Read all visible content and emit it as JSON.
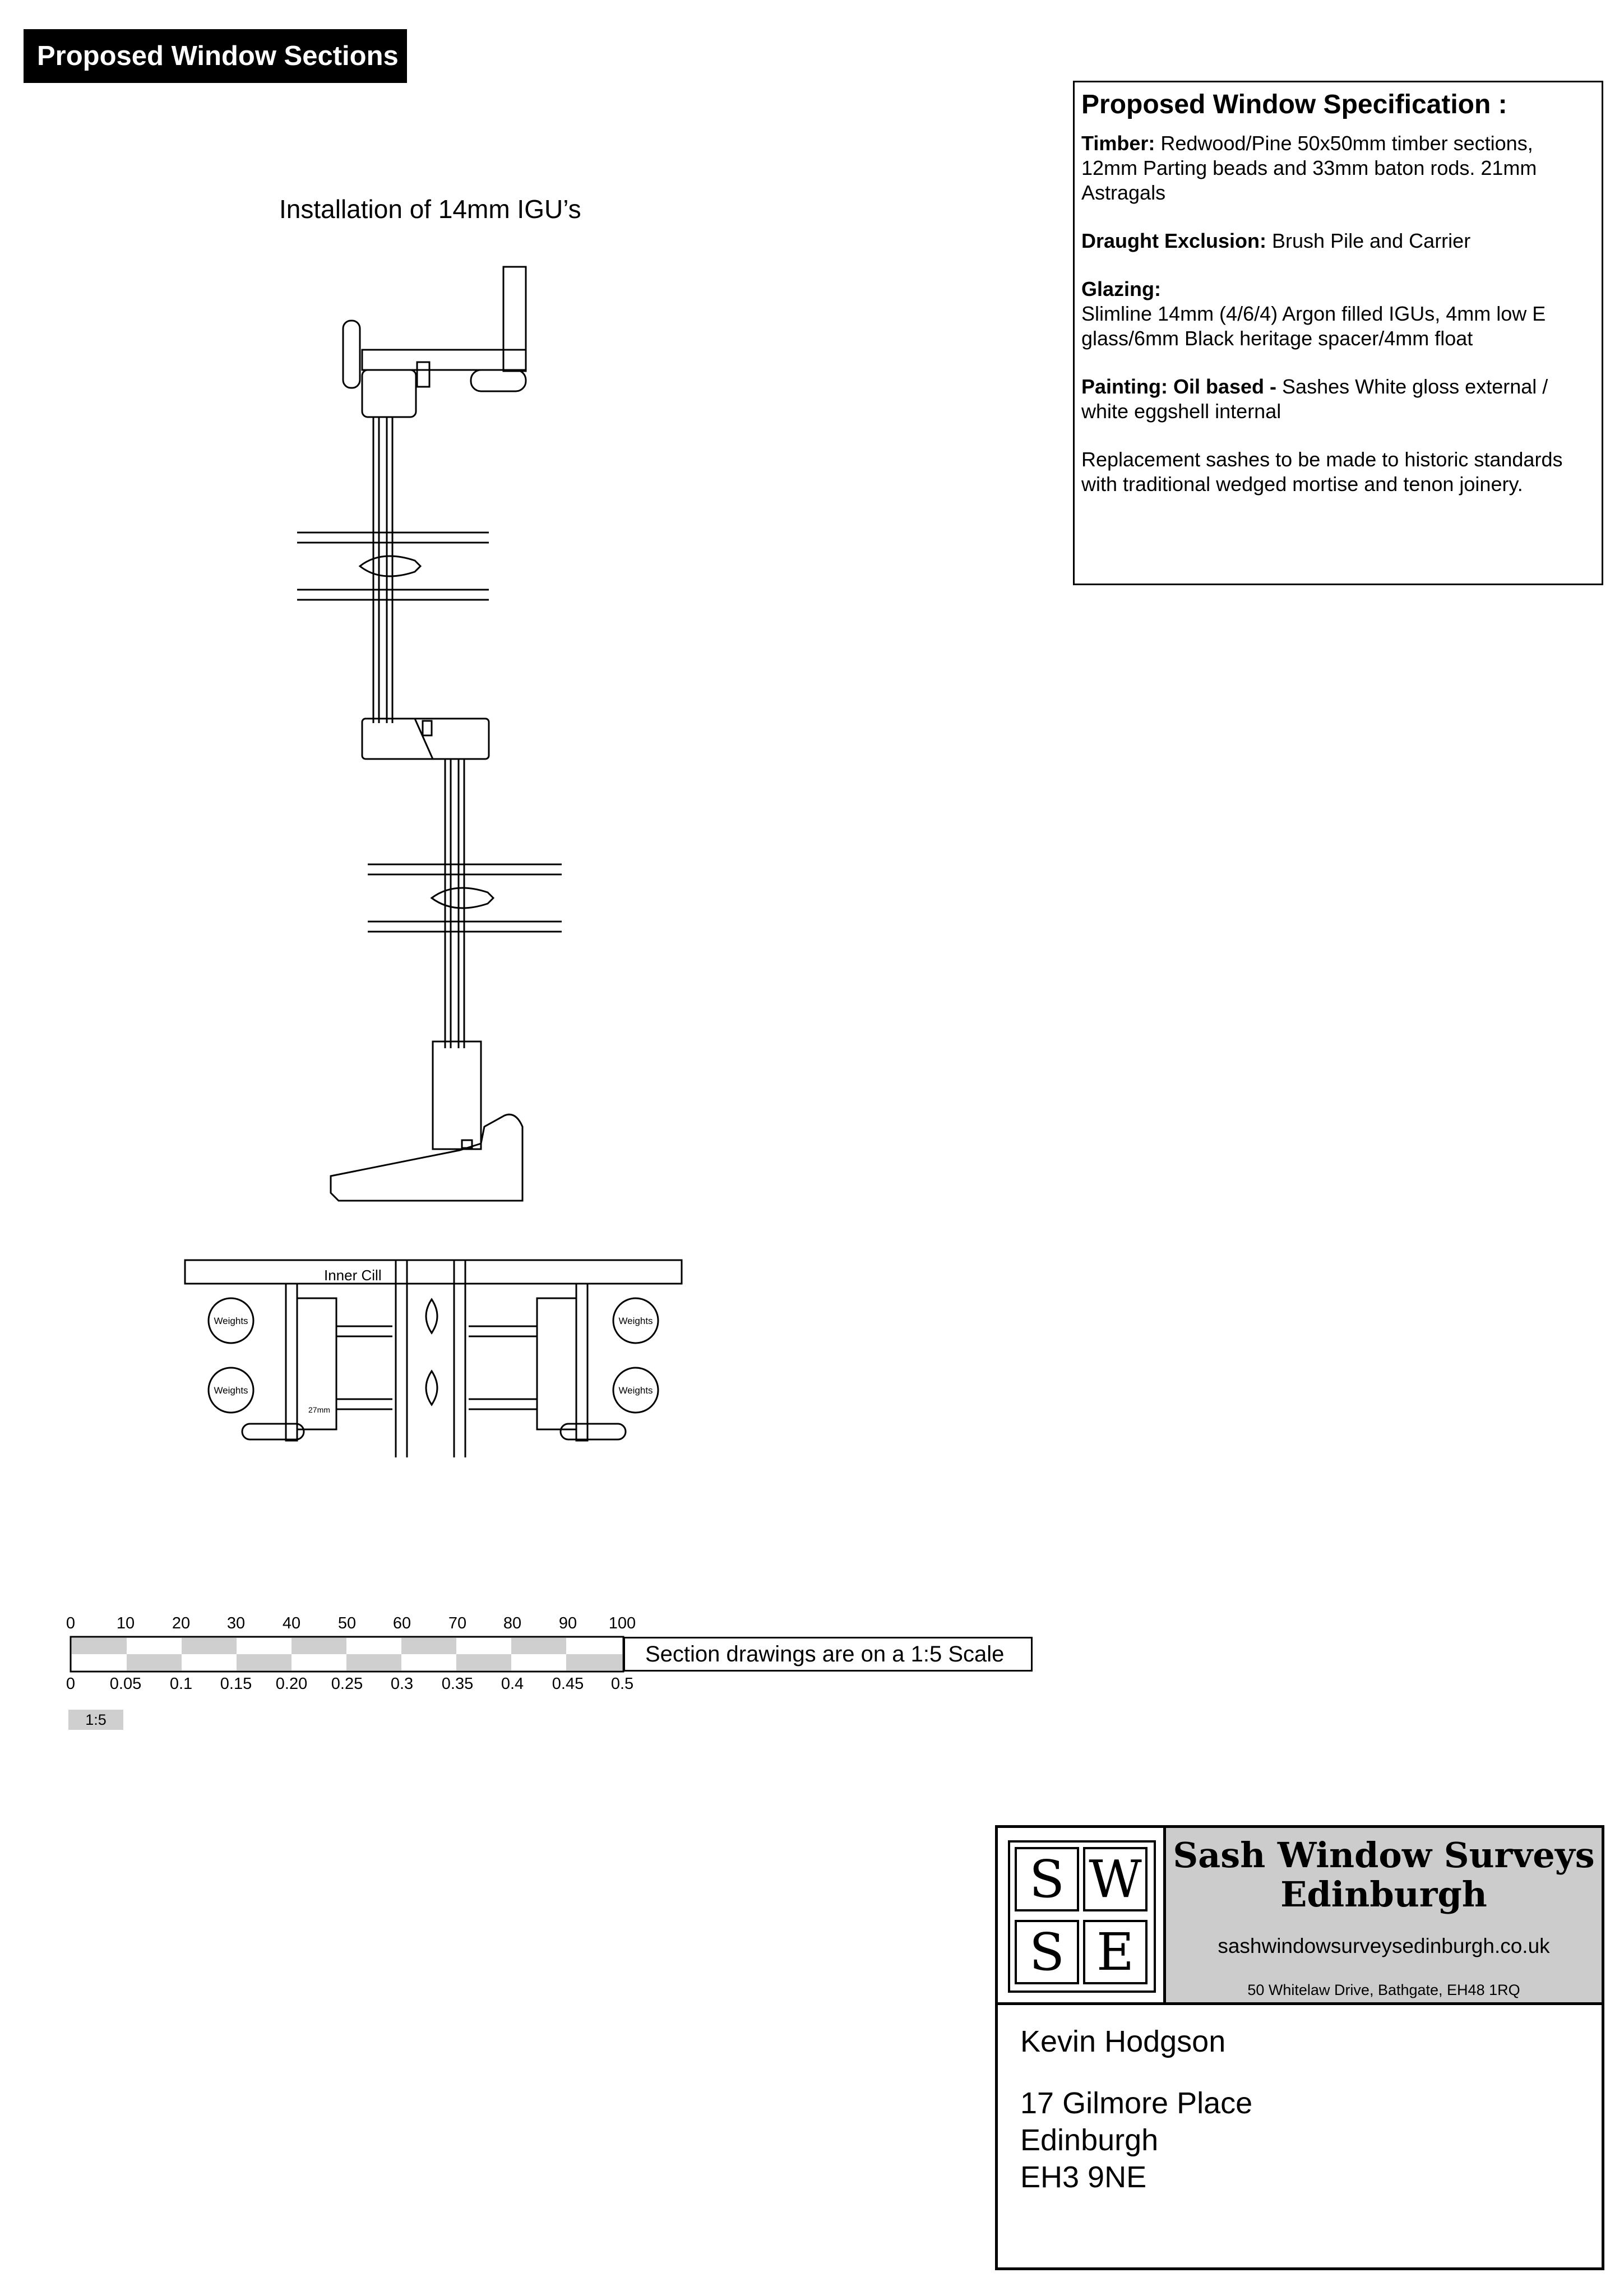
{
  "page_title": "Proposed Window Sections",
  "spec": {
    "heading": "Proposed Window Specification :",
    "timber_label": "Timber:",
    "timber_text": " Redwood/Pine 50x50mm timber sections, 12mm Parting beads and 33mm baton rods. 21mm Astragals",
    "draught_label": "Draught Exclusion:",
    "draught_text": " Brush Pile and Carrier",
    "glazing_label": "Glazing:",
    "glazing_text": "Slimline 14mm (4/6/4) Argon filled IGUs, 4mm low E glass/6mm Black heritage spacer/4mm float",
    "painting_label": "Painting: Oil based -",
    "painting_text": " Sashes White gloss external / white eggshell internal",
    "replacement_text": "Replacement sashes to be made to historic standards with traditional wedged mortise and tenon joinery."
  },
  "vertical_section": {
    "caption": "Installation of 14mm IGU’s"
  },
  "plan_section": {
    "inner_cill_label": "Inner Cill",
    "weights_label": "Weights",
    "dimension_label": "27mm"
  },
  "scale_bar": {
    "top_ticks": [
      "0",
      "10",
      "20",
      "30",
      "40",
      "50",
      "60",
      "70",
      "80",
      "90",
      "100"
    ],
    "bottom_ticks": [
      "0",
      "0.05",
      "0.1",
      "0.15",
      "0.20",
      "0.25",
      "0.3",
      "0.35",
      "0.4",
      "0.45",
      "0.5"
    ],
    "note": "Section drawings are on a 1:5 Scale",
    "badge": "1:5"
  },
  "title_block": {
    "logo_letters": [
      "S",
      "W",
      "S",
      "E"
    ],
    "company_name": "Sash Window Surveys Edinburgh",
    "website": "sashwindowsurveysedinburgh.co.uk",
    "address": "50 Whitelaw Drive, Bathgate, EH48 1RQ",
    "client_name": "Kevin Hodgson",
    "site_line1": "17 Gilmore Place",
    "site_line2": "Edinburgh",
    "site_line3": "EH3 9NE"
  }
}
